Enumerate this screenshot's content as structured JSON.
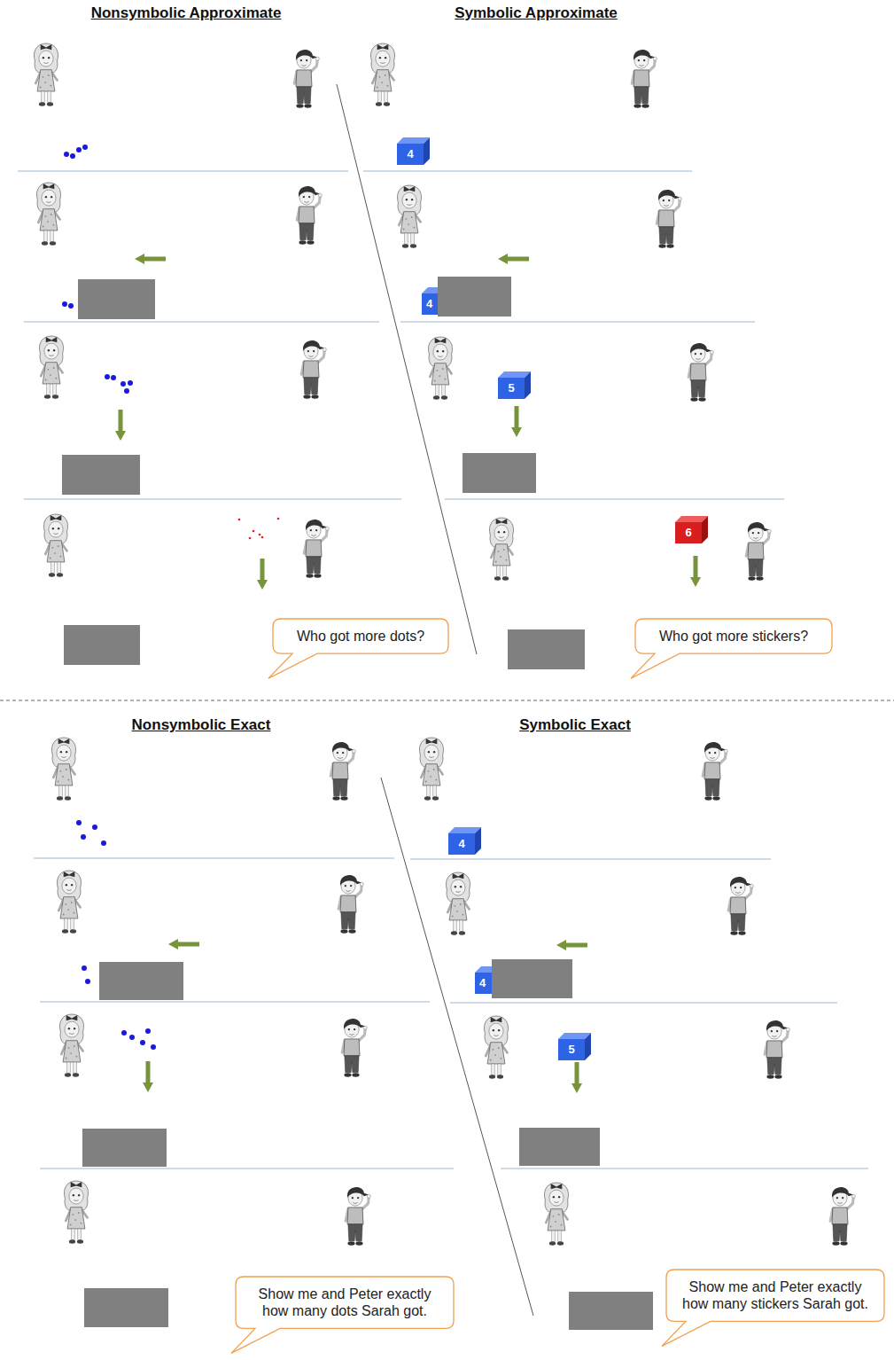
{
  "diagram": {
    "nodes": [
      {
        "text": [
          "Who got more dots?"
        ]
      },
      {
        "text": [
          "4"
        ]
      },
      {
        "text": [
          "4"
        ]
      },
      {
        "text": [
          "5"
        ]
      },
      {
        "text": [
          "6"
        ]
      },
      {
        "text": [
          "Who got more stickers?"
        ]
      },
      {
        "text": [
          "Show me and Peter exactly how many dots Sarah got."
        ]
      },
      {
        "text": [
          "4"
        ]
      },
      {
        "text": [
          "4"
        ]
      },
      {
        "text": [
          "5"
        ]
      },
      {
        "text": [
          "Show me and Peter exactly how many stickers Sarah got."
        ]
      }
    ],
    "labels": [
      "Nonsymbolic Approximate",
      "Symbolic Approximate",
      "Nonsymbolic Exact",
      "Symbolic Exact"
    ]
  }
}
